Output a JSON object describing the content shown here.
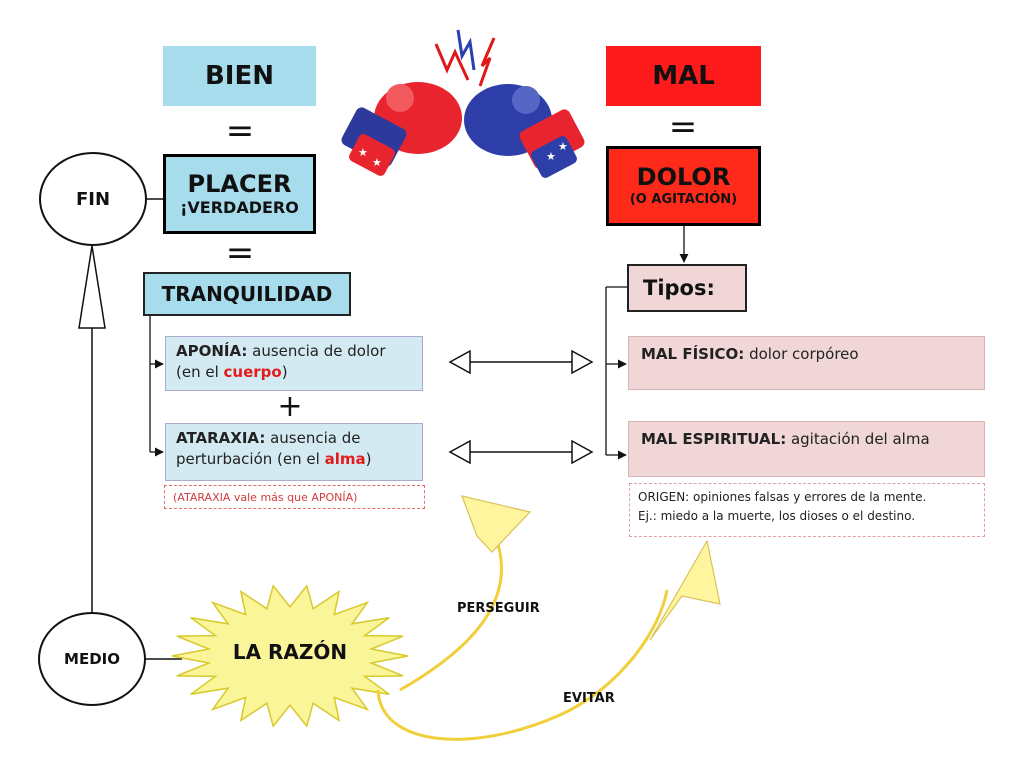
{
  "bien": "BIEN",
  "mal": "MAL",
  "equals": "=",
  "plus": "+",
  "placer": {
    "line1": "PLACER",
    "line2": "¡VERDADERO"
  },
  "tranquilidad": "TRANQUILIDAD",
  "dolor": {
    "line1": "DOLOR",
    "line2": "(O AGITACIÓN)"
  },
  "tipos": "Tipos:",
  "aponia": {
    "term": "APONÍA:",
    "desc": " ausencia de dolor",
    "line2_pre": "(en el ",
    "key": "cuerpo",
    "line2_post": ")"
  },
  "ataraxia": {
    "term": "ATARAXIA:",
    "desc": " ausencia de",
    "line2_pre": "perturbación (en el ",
    "key": "alma",
    "line2_post": ")"
  },
  "note_left": "(ATARAXIA vale más que APONÍA)",
  "mal_fisico": {
    "term": "MAL FÍSICO:",
    "desc": " dolor corpóreo"
  },
  "mal_espiritual": {
    "term": "MAL ESPIRITUAL:",
    "desc": " agitación del alma"
  },
  "origen": {
    "line1": "ORIGEN: opiniones falsas y errores de la mente.",
    "line2": "Ej.: miedo a la muerte, los dioses o el destino."
  },
  "fin": "FIN",
  "medio": "MEDIO",
  "razon": "LA RAZÓN",
  "perseguir": "PERSEGUIR",
  "evitar": "EVITAR",
  "colors": {
    "bien_blue": "#a6dcec",
    "mal_red": "#ff1b1b",
    "pink": "#f0d6d6",
    "sun_yellow": "#fbf59a",
    "arrow_yellow": "#fff59e"
  },
  "icons": {
    "boxing": "boxing-gloves-icon"
  }
}
